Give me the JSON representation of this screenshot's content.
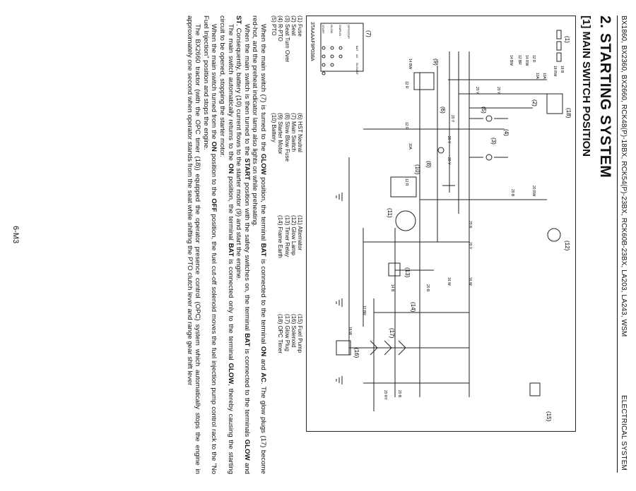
{
  "header": {
    "models": "BX1860, BX2360, BX2660, RCK48(P)-18BX, RCK54(P)-23BX, RCK60B-23BX, LA203, LA243, WSM",
    "section": "ELECTRICAL SYSTEM"
  },
  "title": "2.  STARTING SYSTEM",
  "subtitle": "[1]  MAIN SWITCH POSITION",
  "diagram": {
    "code": "3TAAAAF9P038A",
    "callouts": [
      "(1)",
      "(2)",
      "(3)",
      "(4)",
      "(5)",
      "(6)",
      "(7)",
      "(8)",
      "(9)",
      "(10)",
      "(11)",
      "(12)",
      "(13)",
      "(14)",
      "(15)",
      "(16)",
      "(17)",
      "(18)"
    ],
    "wires": [
      "12 R",
      "14 RW",
      "12 BR",
      "14 BW",
      "20 Y",
      "20 Y",
      "20 Y",
      "20 Y",
      "20 Y",
      "14 BW",
      "12 R",
      "12 R",
      "12 R",
      "20 RW",
      "20 B",
      "20 R",
      "20 Y",
      "16 W",
      "16 W",
      "20 B",
      "14 B",
      "12 BR",
      "16 W",
      "20 B",
      "20 RY",
      "18 B",
      "18 RW",
      "10A",
      "10A",
      "10A",
      "40A"
    ],
    "switch_table": {
      "terminals": [
        "BAT",
        "AC",
        "GLOW",
        "ST"
      ],
      "positions": [
        "OFF/STOP",
        "ON/RUN",
        "GLOW",
        "START"
      ],
      "marks": [
        [
          false,
          false,
          false,
          false
        ],
        [
          true,
          true,
          false,
          false
        ],
        [
          true,
          true,
          true,
          false
        ],
        [
          true,
          true,
          true,
          true
        ]
      ]
    }
  },
  "legend": {
    "col1": [
      "(1)  Fuse",
      "(2)  Seat",
      "(3)  Seat Turn Over",
      "(4)  R-PTO",
      "(5)  PTO"
    ],
    "col2": [
      "(6)  HST Neutral",
      "(7)  Main Switch",
      "(8)  Slow Blow Fuse",
      "(9)  Starter Motor",
      "(10) Battery"
    ],
    "col3": [
      "(11) Alternator",
      "(12) Glow Lamp",
      "(13) Timer Relay",
      "(14) Frame Earth"
    ],
    "col4": [
      "(15) Fuel Pump",
      "(16) Solenoid",
      "(17) Glow Plug",
      "(18) OPC Timer"
    ]
  },
  "paragraphs": [
    "When the main switch (7) is turned to the GLOW position, the terminal BAT is connected to the terminal ON and AC. The glow plugs (17) become red-hot, and the preheat indicator lamp also lights on while preheating.",
    "When the main switch is then turned to the START position with the safety switches on, the terminal BAT is connected to the terminals GLOW and ST. Consequently, battery (10) current flows to the starter motor (9) and start the engine.",
    "The main switch automatically returns to the ON position, the terminal BAT is connected only to the terminal GLOW, thereby causing the starting circuit to be opened, stopping the starter motor.",
    "When the main switch turned from the ON position to the OFF position, the fuel cut-off solenoid moves the fuel injection pump control rack to the \"No Fuel Injection\" position and stops the engine.",
    "The BX2660 tractor (with the OPC timer (18)) equipped the operator presence control (OPC) system which automatically stops the engine in approximately one second when operator stands from the seat while shifting the PTO clutch lever and range gear shift lever"
  ],
  "page_number": "6-M3"
}
